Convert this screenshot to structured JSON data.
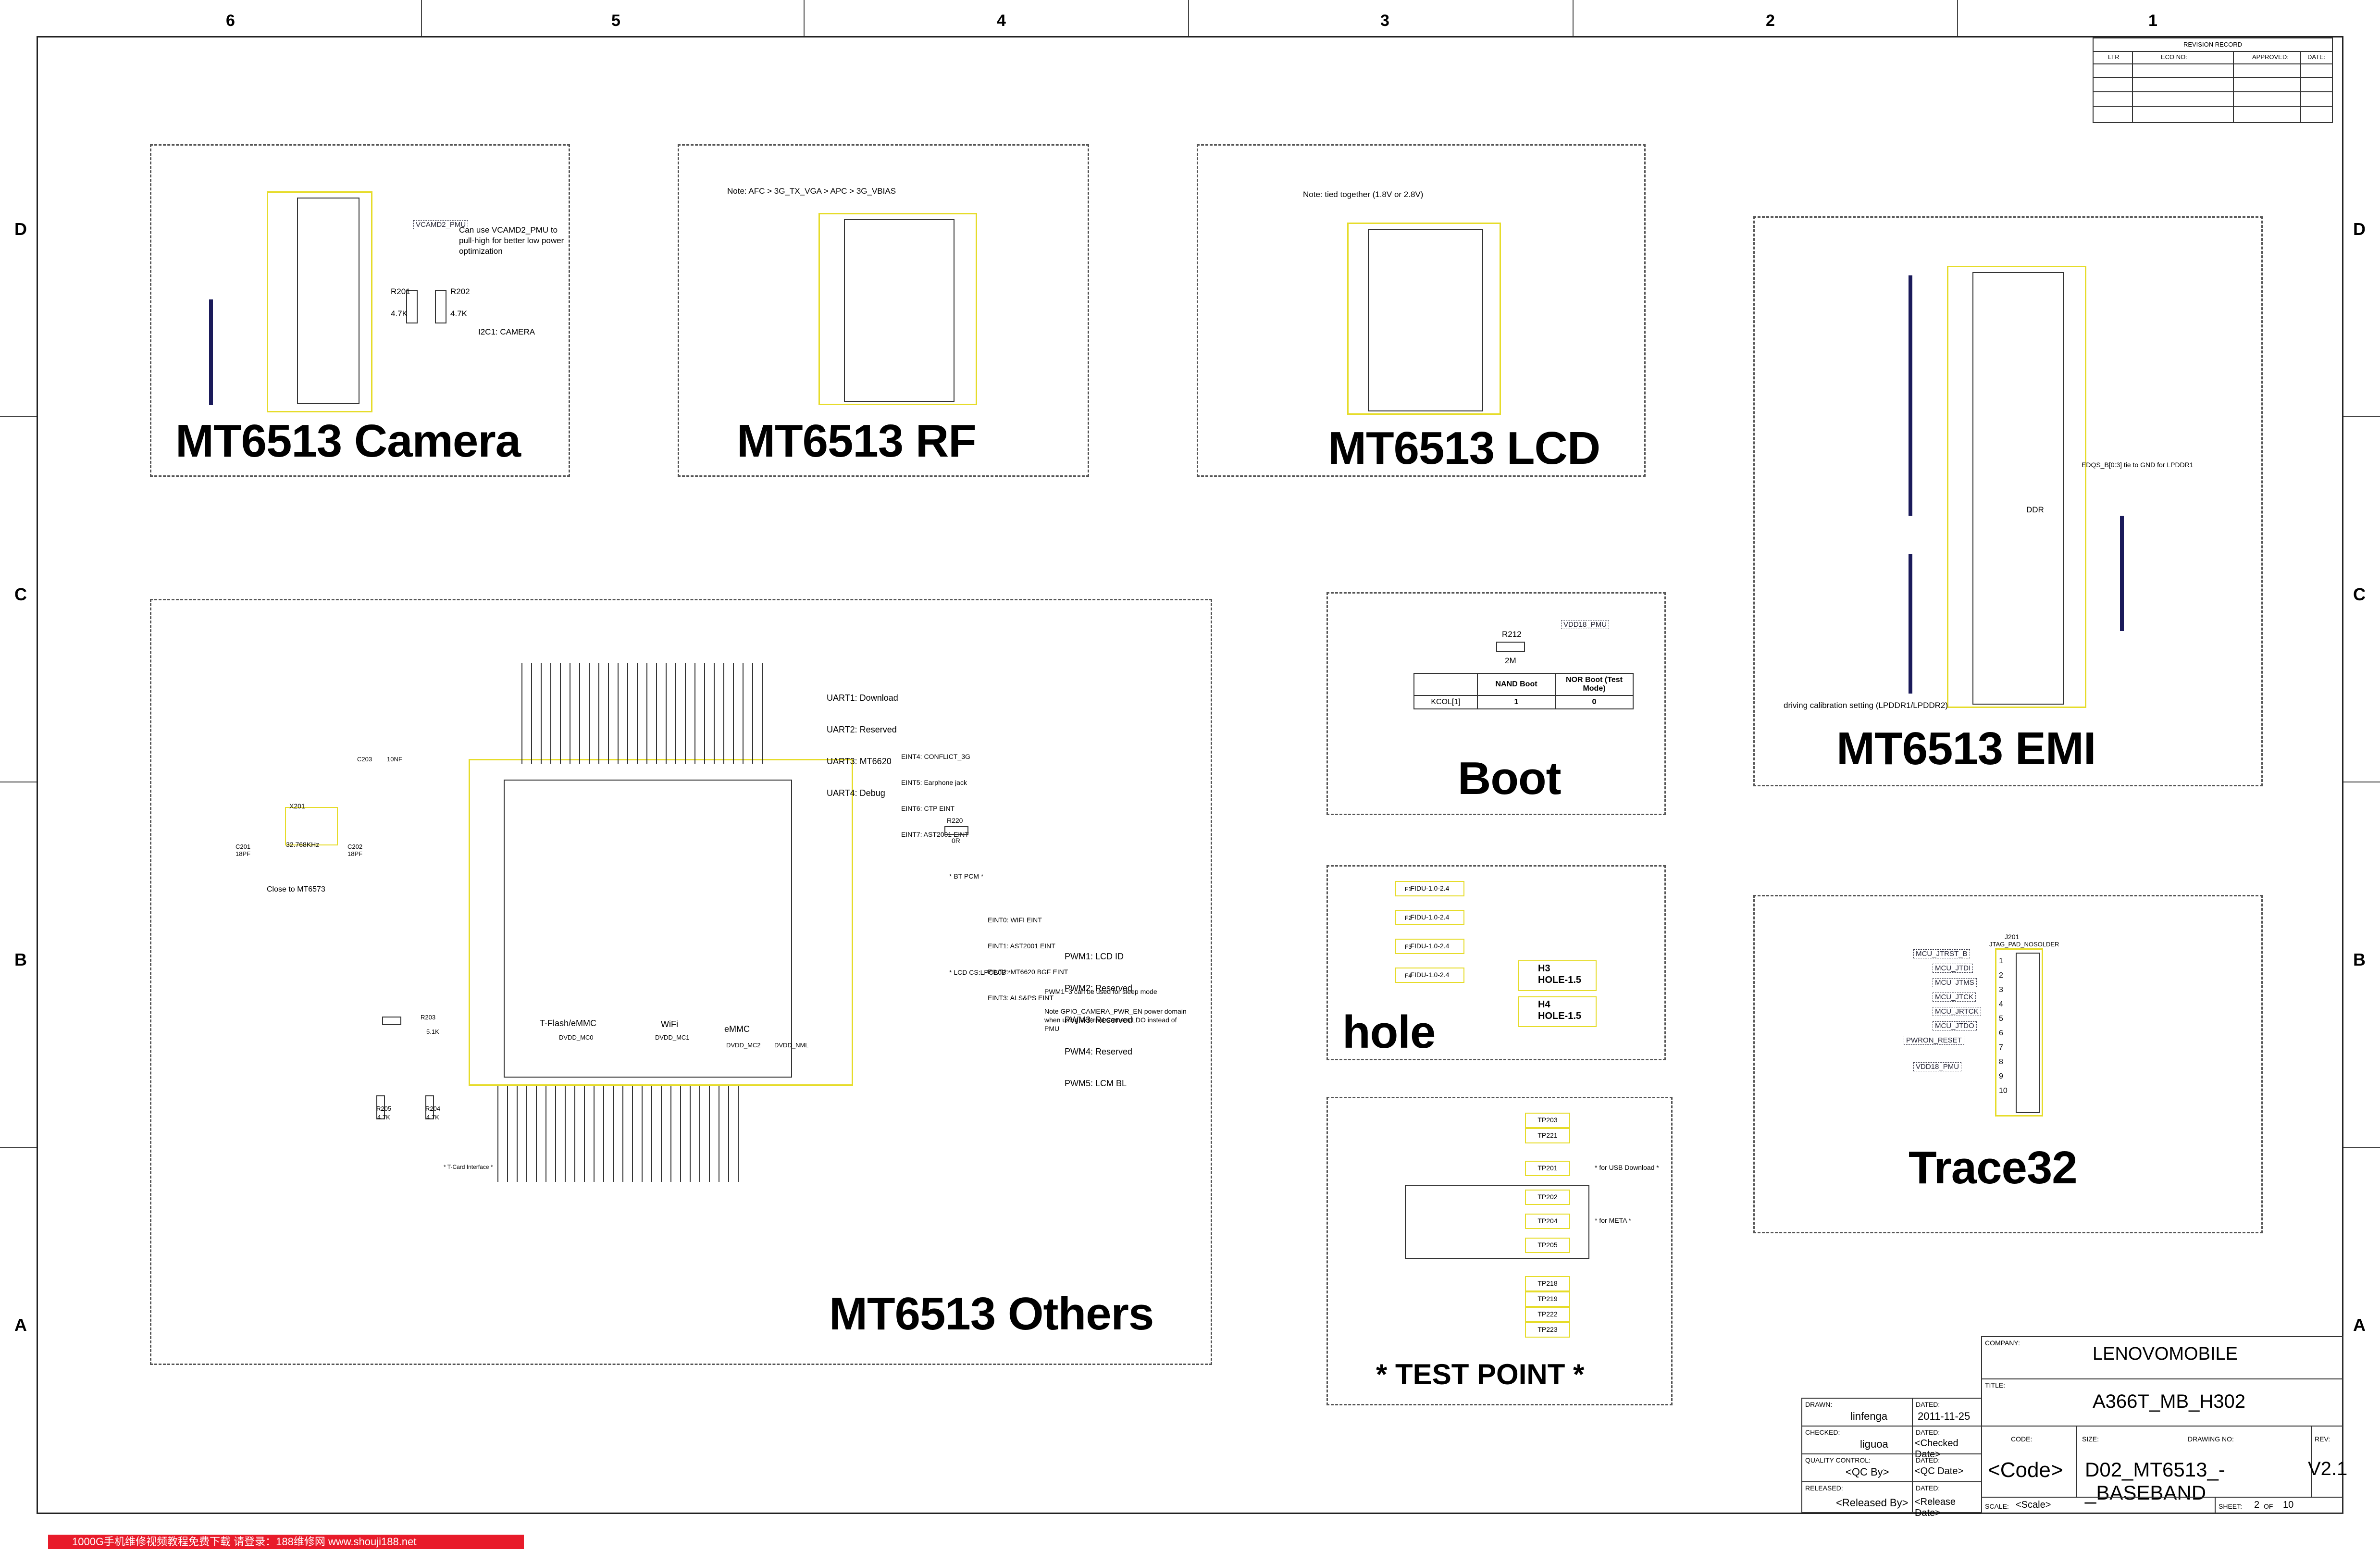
{
  "zones": {
    "columns": [
      "6",
      "5",
      "4",
      "3",
      "2",
      "1"
    ],
    "rows": [
      "D",
      "C",
      "B",
      "A"
    ]
  },
  "revision_record": {
    "title": "REVISION RECORD",
    "headers": [
      "LTR",
      "ECO NO:",
      "APPROVED:",
      "DATE:"
    ]
  },
  "blocks": {
    "camera": {
      "title": "MT6513 Camera",
      "note": "Can use VCAMD2_PMU to pull-high for better low power optimization",
      "i2c_label": "I2C1: CAMERA",
      "net_label": "VCAMD2_PMU",
      "resistors": [
        "R201",
        "R202"
      ],
      "res_values": [
        "4.7K",
        "4.7K"
      ]
    },
    "rf": {
      "title": "MT6513 RF",
      "note": "Note: AFC > 3G_TX_VGA > APC > 3G_VBIAS"
    },
    "lcd": {
      "title": "MT6513 LCD",
      "note": "Note: tied together (1.8V or 2.8V)"
    },
    "emi": {
      "title": "MT6513 EMI",
      "note": "driving calibration setting (LPDDR1/LPDDR2)",
      "ddr_label": "DDR",
      "ed_note": "EDQS_B[0:3] tie to GND for LPDDR1"
    },
    "boot": {
      "title": "Boot",
      "resistor": "R212",
      "res_value": "2M",
      "net_label": "VDD18_PMU",
      "table": {
        "headers": [
          "",
          "NAND Boot",
          "NOR Boot (Test Mode)"
        ],
        "row_label": "KCOL[1]",
        "values": [
          "1",
          "0"
        ]
      }
    },
    "hole": {
      "title": "hole",
      "fiducials": [
        "FIDU-1.0-2.4",
        "FIDU-1.0-2.4",
        "FIDU-1.0-2.4",
        "FIDU-1.0-2.4"
      ],
      "fid_refs": [
        "F1",
        "F2",
        "F3",
        "F4"
      ],
      "holes": [
        {
          "ref": "H3",
          "val": "HOLE-1.5"
        },
        {
          "ref": "H4",
          "val": "HOLE-1.5"
        }
      ]
    },
    "others": {
      "title": "MT6513 Others",
      "uart_lines": [
        "UART1: Download",
        "UART2: Reserved",
        "UART3: MT6620",
        "UART4: Debug"
      ],
      "eint_lines": [
        "EINT4: CONFLICT_3G",
        "EINT5: Earphone jack",
        "EINT6: CTP EINT",
        "EINT7: AST2001 EINT"
      ],
      "eint2_lines": [
        "EINT0: WIFI EINT",
        "EINT1: AST2001 EINT",
        "EINT2: MT6620 BGF EINT",
        "EINT3: ALS&PS EINT"
      ],
      "pwm_lines": [
        "PWM1: LCD ID",
        "PWM2: Reserved",
        "PWM3: Reserved",
        "PWM4: Reserved",
        "PWM5: LCM BL"
      ],
      "pwm_note": "PWM1~3 can be used for sleep mode",
      "gpio_note": "Note GPIO_CAMERA_PWR_EN power domain when using external Camera LDO instead of PMU",
      "crystal_label": "Close to MT6573",
      "crystal": "32.768KHz",
      "crystal_ref": "X201",
      "caps": [
        "C201",
        "C202",
        "C203"
      ],
      "cap_vals": [
        "18PF",
        "18PF",
        "10NF"
      ],
      "tflash": "T-Flash/eMMC",
      "wifi": "WiFi",
      "emmc": "eMMC",
      "dvdd_labels": [
        "DVDD_MC0",
        "DVDD_MC1",
        "DVDD_MC2",
        "DVDD_NML"
      ],
      "bt_pcm": "* BT PCM *",
      "lcd_cs": "* LCD CS:LPCE0B *",
      "tcard_note": "* T-Card Interface *",
      "resistors": [
        "R203",
        "R205",
        "R204"
      ],
      "res_vals": [
        "5.1K",
        "4.7K",
        "4.7K"
      ],
      "r220": {
        "ref": "R220",
        "val": "0R"
      }
    },
    "testpoint": {
      "title": "* TEST POINT *",
      "tps": [
        "TP203",
        "TP221",
        "TP201",
        "TP202",
        "TP204",
        "TP205",
        "TP218",
        "TP219",
        "TP222",
        "TP223"
      ],
      "notes": [
        "* for USB Download *",
        "* for META *"
      ]
    },
    "trace32": {
      "title": "Trace32",
      "connector": "J201",
      "connector_name": "JTAG_PAD_NOSOLDER",
      "pins": [
        "1",
        "2",
        "3",
        "4",
        "5",
        "6",
        "7",
        "8",
        "9",
        "10"
      ],
      "nets": [
        "MCU_JTRST_B",
        "MCU_JTDI",
        "MCU_JTMS",
        "MCU_JTCK",
        "MCU_JRTCK",
        "MCU_JTDO",
        "PWRON_RESET",
        "VDD18_PMU"
      ]
    }
  },
  "title_block": {
    "company_lbl": "COMPANY:",
    "company": "LENOVOMOBILE",
    "title_lbl": "TITLE:",
    "title": "A366T_MB_H302",
    "drawn_lbl": "DRAWN:",
    "drawn": "linfenga",
    "dated_lbl": "DATED:",
    "drawn_date": "2011-11-25",
    "checked_lbl": "CHECKED:",
    "checked": "liguoa",
    "checked_date": "<Checked Date>",
    "qc_lbl": "QUALITY CONTROL:",
    "qc": "<QC By>",
    "qc_date": "<QC Date>",
    "released_lbl": "RELEASED:",
    "released": "<Released By>",
    "released_date": "<Release Date>",
    "code_lbl": "CODE:",
    "code": "<Code>",
    "size_lbl": "SIZE:",
    "drawing_lbl": "DRAWING NO:",
    "drawing": "D02_MT6513_-_BASEBAND",
    "rev_lbl": "REV:",
    "rev": "V2.1",
    "scale_lbl": "SCALE:",
    "scale": "<Scale>",
    "sheet_lbl": "SHEET:",
    "sheet": "2",
    "of_lbl": "OF",
    "of": "10"
  },
  "watermark": "1000G手机维修视频教程免费下载 请登录：188维修网 www.shouji188.net"
}
